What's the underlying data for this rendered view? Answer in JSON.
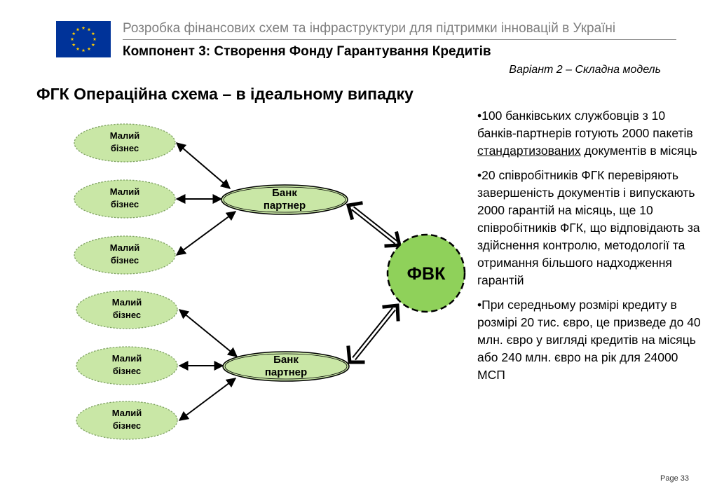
{
  "header": {
    "project_title": "Розробка фінансових схем та інфраструктури для підтримки інновацій в Україні",
    "component_title": "Компонент 3: Створення Фонду Гарантування Кредитів",
    "variant": "Варіант 2 –  Складна модель"
  },
  "colors": {
    "node_fill": "#c9e7a6",
    "node_stroke": "#7fa362",
    "center_fill": "#8fd15a",
    "flag_blue": "#003399",
    "flag_star": "#ffcc00"
  },
  "slide_title": "ФГК Операційна схема – в ідеальному випадку",
  "diagram": {
    "small_business": [
      {
        "line1": "Малий",
        "line2": "бізнес"
      },
      {
        "line1": "Малий",
        "line2": "бізнес"
      },
      {
        "line1": "Малий",
        "line2": "бізнес"
      },
      {
        "line1": "Малий",
        "line2": "бізнес"
      },
      {
        "line1": "Малий",
        "line2": "бізнес"
      },
      {
        "line1": "Малий",
        "line2": "бізнес"
      }
    ],
    "banks": [
      {
        "line1": "Банк",
        "line2": "партнер"
      },
      {
        "line1": "Банк",
        "line2": "партнер"
      }
    ],
    "center": "ФВК"
  },
  "bullets": {
    "b1_before": "•100 банківських службовців з 10 банків-партнерів готують 2000 пакетів ",
    "b1_underlined": "стандартизованих",
    "b1_after": " документів в місяць",
    "b2": "•20 співробітників ФГК перевіряють завершеність документів і випускають 2000 гарантій на місяць, ще 10 співробітників ФГК, що відповідають за здійснення контролю, методології та отримання більшого надходження гарантій",
    "b3": "•При середньому розмірі кредиту в розмірі 20 тис. євро, це призведе до 40 млн. євро у вигляді кредитів на місяць або 240 млн. євро на рік для 24000 МСП"
  },
  "footer": {
    "page": "Page 33"
  }
}
